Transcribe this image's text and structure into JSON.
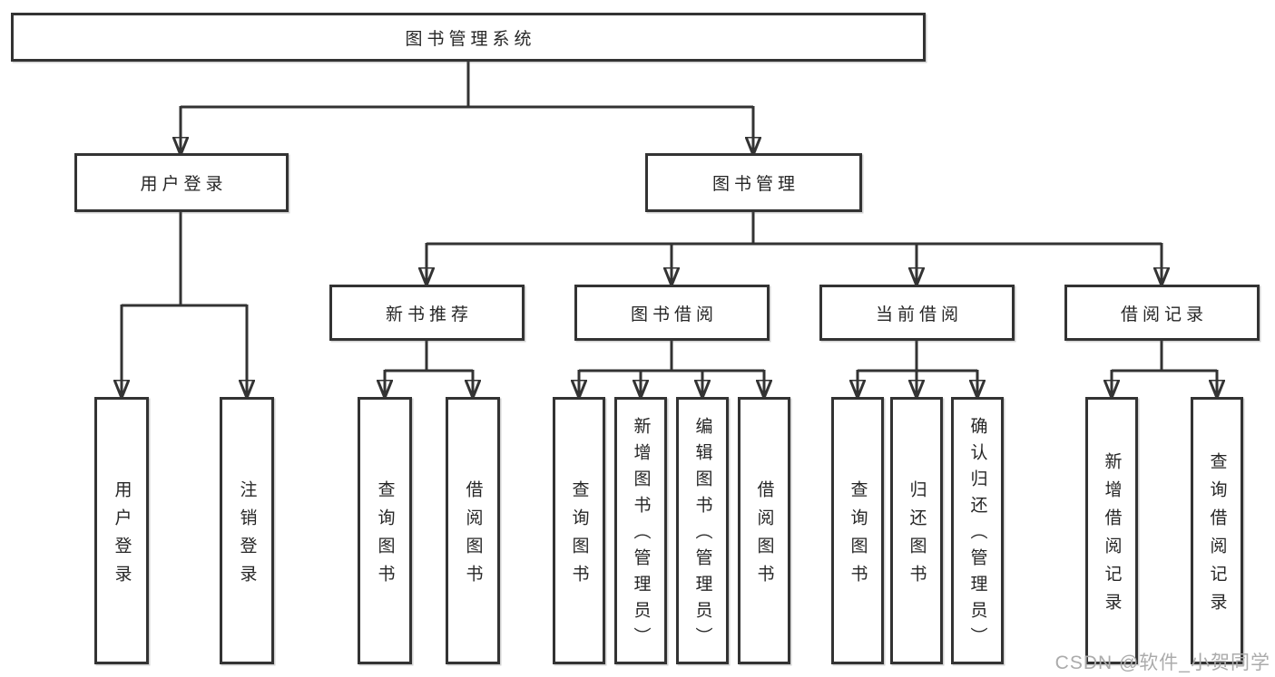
{
  "diagram": {
    "root": {
      "label": "图书管理系统"
    },
    "level2": {
      "user_login": {
        "label": "用户登录"
      },
      "book_management": {
        "label": "图书管理"
      }
    },
    "level3": {
      "new_book_recommend": {
        "label": "新书推荐"
      },
      "book_borrowing": {
        "label": "图书借阅"
      },
      "current_borrowing": {
        "label": "当前借阅"
      },
      "borrowing_records": {
        "label": "借阅记录"
      }
    },
    "leaves": {
      "user_login": {
        "label": "用户登录"
      },
      "logout": {
        "label": "注销登录"
      },
      "nb_query_books": {
        "label": "查询图书"
      },
      "nb_borrow_books": {
        "label": "借阅图书"
      },
      "bb_query_books": {
        "label": "查询图书"
      },
      "bb_add_books": {
        "label": "新增图书（管理员）"
      },
      "bb_edit_books": {
        "label": "编辑图书（管理员）"
      },
      "bb_borrow_books": {
        "label": "借阅图书"
      },
      "cb_query_books": {
        "label": "查询图书"
      },
      "cb_return_books": {
        "label": "归还图书"
      },
      "cb_confirm_return": {
        "label": "确认归还（管理员）"
      },
      "br_add_record": {
        "label": "新增借阅记录"
      },
      "br_query_record": {
        "label": "查询借阅记录"
      }
    }
  },
  "watermark": {
    "text": "CSDN @软件_小贺同学"
  },
  "colors": {
    "line": "#333333",
    "text": "#262626",
    "background": "#ffffff",
    "watermark": "#ababab"
  }
}
